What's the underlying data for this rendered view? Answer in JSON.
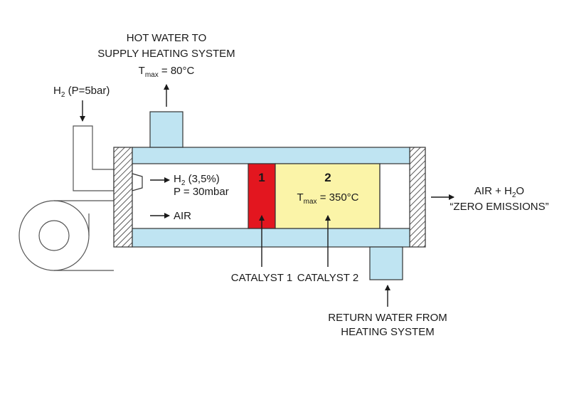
{
  "labels": {
    "hot_water_line1": "HOT WATER TO",
    "hot_water_line2": "SUPPLY HEATING SYSTEM",
    "tmax_hot_base": "T",
    "tmax_hot_sub": "max",
    "tmax_hot_value": " = 80°C",
    "h2_feed_base": "H",
    "h2_feed_sub": "2",
    "h2_feed_rest": " (P=5bar)",
    "h2_conc_base": "H",
    "h2_conc_sub": "2",
    "h2_conc_rest": " (3,5%)",
    "pressure": "P = 30mbar",
    "air": "AIR",
    "catalyst1_number": "1",
    "catalyst2_number": "2",
    "tmax_cat_base": "T",
    "tmax_cat_sub": "max",
    "tmax_cat_value": " = 350°C",
    "outlet_base": "AIR + H",
    "outlet_sub": "2",
    "outlet_rest": "O",
    "zero_emissions": "“ZERO EMISSIONS”",
    "catalyst1_label": "CATALYST 1",
    "catalyst2_label": "CATALYST 2",
    "return_line1": "RETURN WATER FROM",
    "return_line2": "HEATING SYSTEM"
  },
  "colors": {
    "water": "#bfe4f2",
    "catalyst1": "#e3161f",
    "catalyst2": "#fbf4a8",
    "outline": "#1a1a1a",
    "pipe": "#555555"
  }
}
